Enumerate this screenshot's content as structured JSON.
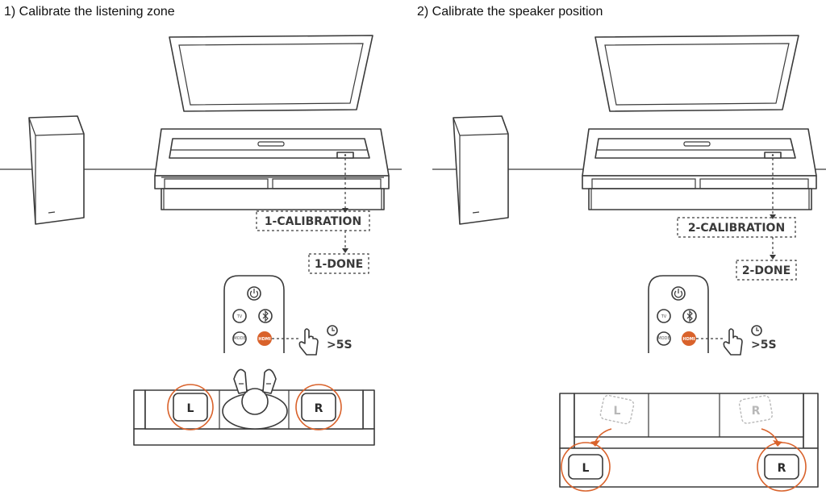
{
  "panels": [
    {
      "title": "1) Calibrate the listening zone",
      "step_label": "1-CALIBRATION",
      "done_label": "1-DONE"
    },
    {
      "title": "2) Calibrate the speaker position",
      "step_label": "2-CALIBRATION",
      "done_label": "2-DONE"
    }
  ],
  "remote": {
    "tv_label": "TV",
    "hdmi_label": "HDMI",
    "rmode_label": "MODE",
    "hold_time": ">5S"
  },
  "speakers": {
    "left_label": "L",
    "right_label": "R"
  },
  "colors": {
    "accent": "#d9622b",
    "line": "#3a3a3a"
  }
}
